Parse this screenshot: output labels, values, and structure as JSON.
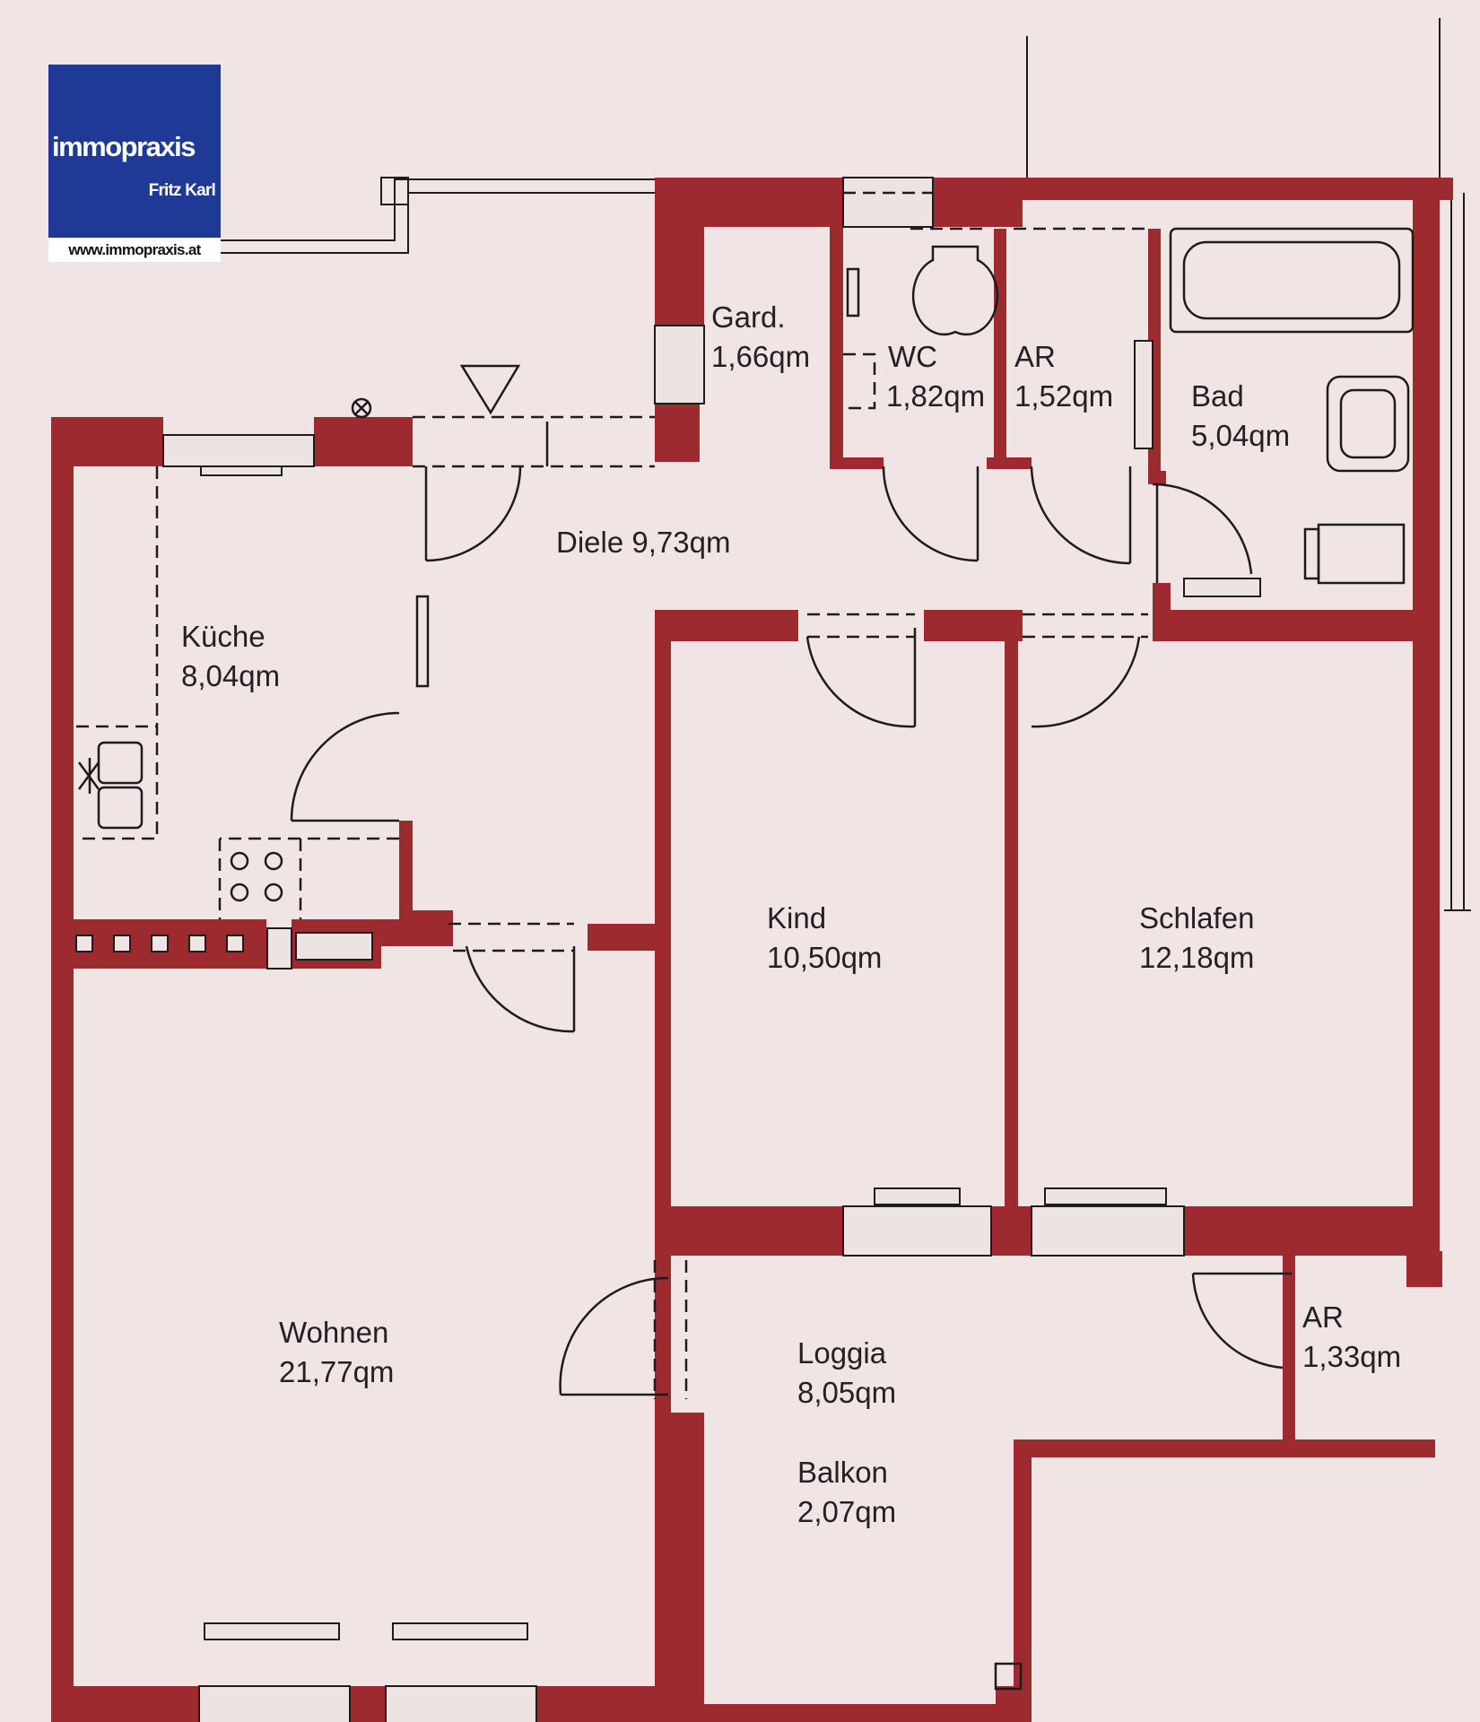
{
  "logo": {
    "brand": "immopraxis",
    "owner": "Fritz Karl",
    "url": "www.immopraxis.at"
  },
  "colors": {
    "wall": "#9c2a2e",
    "paper": "#f1e4e4",
    "line": "#1c1c1c",
    "logo_blue": "#1f3996"
  },
  "rooms": {
    "gard": {
      "name": "Gard.",
      "area": "1,66qm"
    },
    "wc": {
      "name": "WC",
      "area": "1,82qm"
    },
    "ar1": {
      "name": "AR",
      "area": "1,52qm"
    },
    "bad": {
      "name": "Bad",
      "area": "5,04qm"
    },
    "diele": {
      "name": "Diele 9,73qm"
    },
    "kueche": {
      "name": "Küche",
      "area": "8,04qm"
    },
    "kind": {
      "name": "Kind",
      "area": "10,50qm"
    },
    "schlafen": {
      "name": "Schlafen",
      "area": "12,18qm"
    },
    "wohnen": {
      "name": "Wohnen",
      "area": "21,77qm"
    },
    "loggia": {
      "name": "Loggia",
      "area": "8,05qm"
    },
    "balkon": {
      "name": "Balkon",
      "area": "2,07qm"
    },
    "ar2": {
      "name": "AR",
      "area": "1,33qm"
    }
  }
}
